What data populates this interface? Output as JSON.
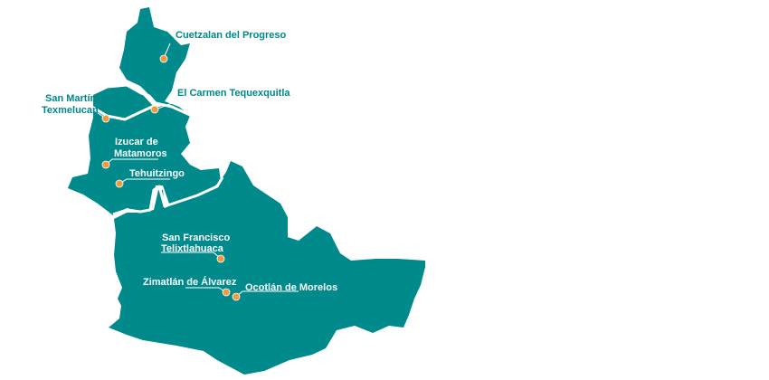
{
  "colors": {
    "region_fill": "#008a8c",
    "border": "#ffffff",
    "marker": "#f39a3b",
    "label_outside": "#00878a",
    "label_inside": "#ffffff"
  },
  "locations": [
    {
      "name": "cuetzalan",
      "lines": [
        "Cuetzalan del Progreso"
      ]
    },
    {
      "name": "el-carmen",
      "lines": [
        "El Carmen Tequexquitla"
      ]
    },
    {
      "name": "san-martin",
      "lines": [
        "San Martín",
        "Texmelucan"
      ]
    },
    {
      "name": "izucar",
      "lines": [
        "Izucar de",
        "Matamoros"
      ]
    },
    {
      "name": "tehuitzingo",
      "lines": [
        "Tehuitzingo"
      ]
    },
    {
      "name": "san-francisco",
      "lines": [
        "San Francisco",
        "Telixtlahuaca"
      ]
    },
    {
      "name": "zimatlan",
      "lines": [
        "Zimatlán de Álvarez"
      ]
    },
    {
      "name": "ocotlan",
      "lines": [
        "Ocotlán de Morelos"
      ]
    }
  ]
}
